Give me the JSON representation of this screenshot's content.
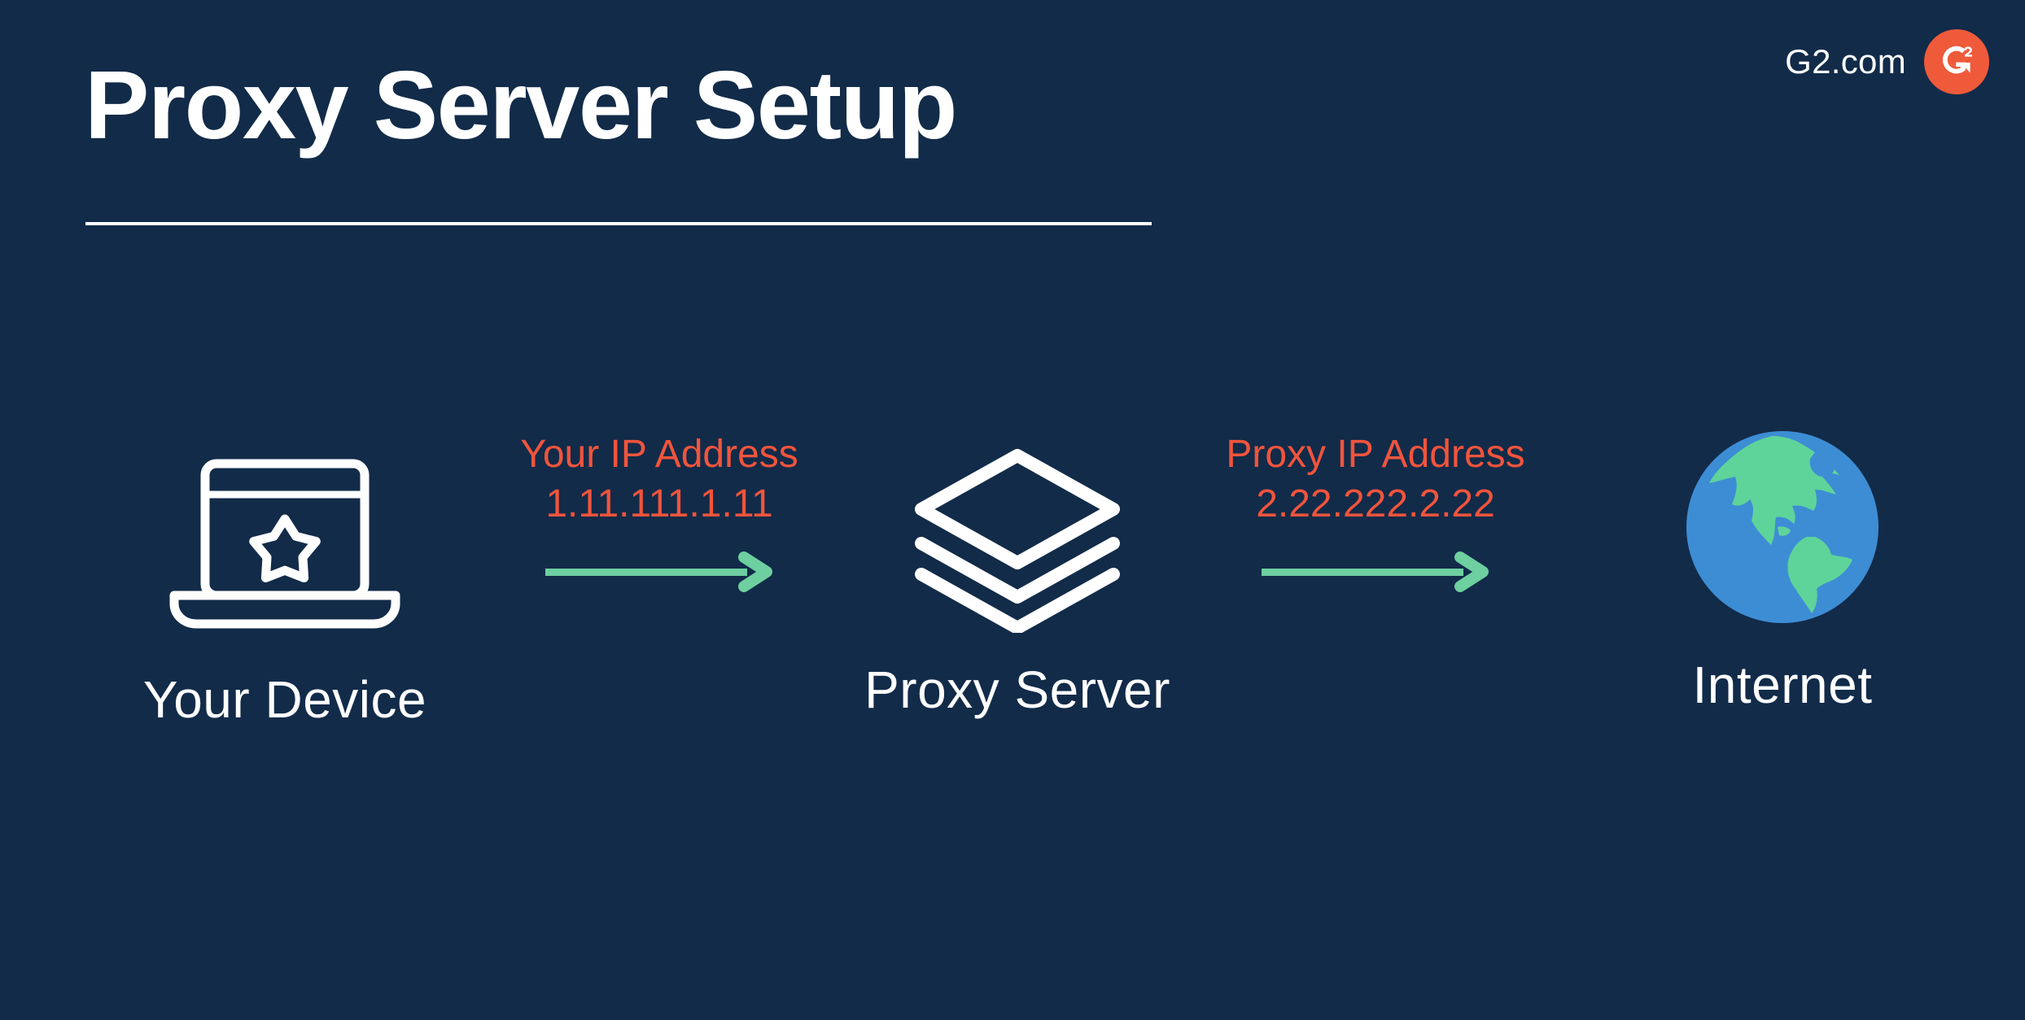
{
  "header": {
    "title": "Proxy Server Setup",
    "brand_text": "G2.com",
    "brand_logo_icon": "g2-logo-icon",
    "divider_icon": "title-underline"
  },
  "colors": {
    "background": "#122b49",
    "title": "#ffffff",
    "accent_orange": "#f1543c",
    "brand_orange": "#ef5a3a",
    "arrow_green": "#6ecfa0",
    "globe_ocean": "#3d8dd4",
    "globe_land": "#5ed49a",
    "icon_white": "#ffffff"
  },
  "diagram": {
    "type": "flow",
    "nodes": [
      {
        "id": "device",
        "label": "Your Device",
        "icon": "laptop-star-icon"
      },
      {
        "id": "proxy",
        "label": "Proxy Server",
        "icon": "layers-stack-icon"
      },
      {
        "id": "internet",
        "label": "Internet",
        "icon": "globe-icon"
      }
    ],
    "links": [
      {
        "id": "device-to-proxy",
        "from": "device",
        "to": "proxy",
        "title": "Your IP Address",
        "value": "1.11.111.1.11",
        "arrow_icon": "arrow-right-icon"
      },
      {
        "id": "proxy-to-internet",
        "from": "proxy",
        "to": "internet",
        "title": "Proxy IP Address",
        "value": "2.22.222.2.22",
        "arrow_icon": "arrow-right-icon"
      }
    ]
  }
}
